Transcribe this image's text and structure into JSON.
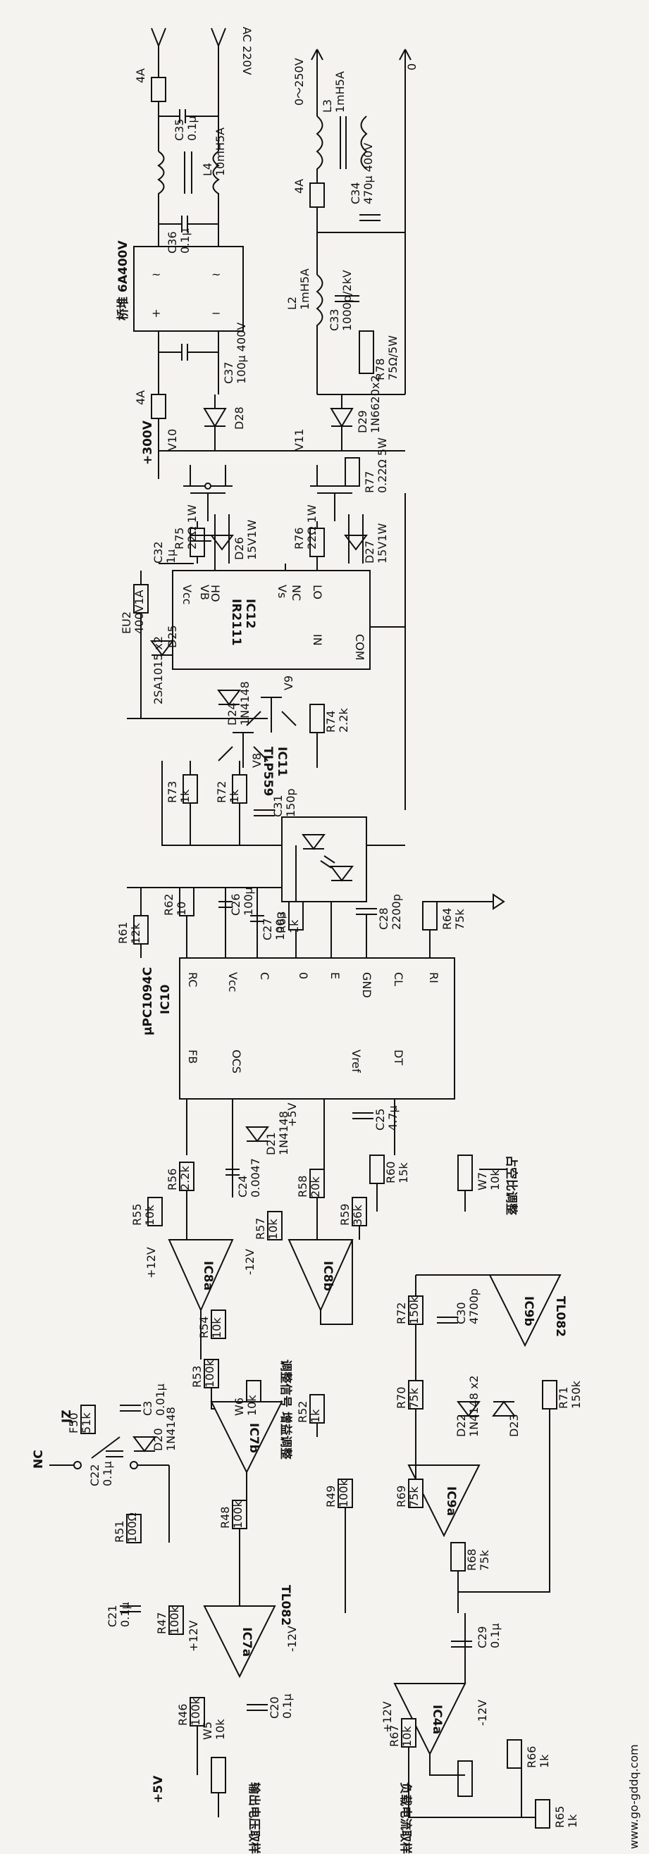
{
  "schematic": {
    "watermark": "www.go-gddq.com",
    "ac_input": {
      "label": "AC 220V"
    },
    "output": {
      "label_range": "0～250V",
      "label_zero": "0"
    },
    "fuses": [
      "4A",
      "4A",
      "4A"
    ],
    "rails": {
      "p300": "+300V",
      "p12": "+12V",
      "m12": "-12V",
      "p5": "+5V"
    },
    "bridge": {
      "label": "桥堆 6A400V"
    },
    "chips": {
      "ic12": {
        "name": "IC12",
        "part": "IR2111",
        "pins": [
          "Vcc",
          "VB",
          "HO",
          "Vs",
          "NC",
          "LO",
          "COM",
          "IN"
        ]
      },
      "ic11": {
        "name": "IC11",
        "part": "TLP559"
      },
      "ic10": {
        "name": "IC10",
        "part": "μPC1094C",
        "pins": [
          "RC",
          "Vcc",
          "C",
          "0",
          "E",
          "GND",
          "CL",
          "RI",
          "FB",
          "OCS",
          "Vref",
          "DT"
        ]
      },
      "ic8a": {
        "name": "IC8a"
      },
      "ic8b": {
        "name": "IC8b"
      },
      "ic7a": {
        "name": "IC7a",
        "part": "TL082"
      },
      "ic7b": {
        "name": "IC7b"
      },
      "ic9a": {
        "name": "IC9a"
      },
      "ic9b": {
        "name": "IC9b",
        "part": "TL082"
      },
      "ic4a": {
        "name": "IC4a"
      }
    },
    "transistors": {
      "v8": "V8",
      "v9": "V9",
      "v10": "V10",
      "v11": "V11",
      "pair": "2SA1015 x2"
    },
    "components": [
      {
        "ref": "C35",
        "value": "0.1μ"
      },
      {
        "ref": "L4",
        "value": "10mH5A"
      },
      {
        "ref": "C36",
        "value": "0.1μ"
      },
      {
        "ref": "C37",
        "value": "100μ 400V"
      },
      {
        "ref": "C34",
        "value": "470μ 400V"
      },
      {
        "ref": "L3",
        "value": "1mH5A"
      },
      {
        "ref": "L2",
        "value": "1mH5A"
      },
      {
        "ref": "C33",
        "value": "1000p/2kV"
      },
      {
        "ref": "R78",
        "value": "75Ω/5W"
      },
      {
        "ref": "D28",
        "value": ""
      },
      {
        "ref": "D29",
        "value": "1N6620x2"
      },
      {
        "ref": "R75",
        "value": "22Ω 1W"
      },
      {
        "ref": "D26",
        "value": "15V1W"
      },
      {
        "ref": "R76",
        "value": "22Ω 1W"
      },
      {
        "ref": "R77",
        "value": "0.22Ω 5W"
      },
      {
        "ref": "D27",
        "value": "15V1W"
      },
      {
        "ref": "C32",
        "value": "1μ"
      },
      {
        "ref": "EU2",
        "value": "400V1A"
      },
      {
        "ref": "D25",
        "value": ""
      },
      {
        "ref": "D24",
        "value": "1N4148"
      },
      {
        "ref": "R74",
        "value": "2.2k"
      },
      {
        "ref": "R73",
        "value": "1k"
      },
      {
        "ref": "R72",
        "value": "1k"
      },
      {
        "ref": "C31",
        "value": "150p"
      },
      {
        "ref": "R62",
        "value": "10"
      },
      {
        "ref": "C26",
        "value": "100μ"
      },
      {
        "ref": "C27",
        "value": "100μ"
      },
      {
        "ref": "R63",
        "value": "1k"
      },
      {
        "ref": "C28",
        "value": "2200p"
      },
      {
        "ref": "R64",
        "value": "75k"
      },
      {
        "ref": "R61",
        "value": "12k"
      },
      {
        "ref": "D21",
        "value": "1N4148"
      },
      {
        "ref": "C25",
        "value": "4.7μ"
      },
      {
        "ref": "R60",
        "value": "15k"
      },
      {
        "ref": "W7",
        "value": "10k"
      },
      {
        "ref": "R56",
        "value": "2.2k"
      },
      {
        "ref": "C24",
        "value": "0.0047"
      },
      {
        "ref": "R58",
        "value": "20k"
      },
      {
        "ref": "R59",
        "value": "36k"
      },
      {
        "ref": "R55",
        "value": "10k"
      },
      {
        "ref": "R57",
        "value": "10k"
      },
      {
        "ref": "R54",
        "value": "10k"
      },
      {
        "ref": "R53",
        "value": "100k"
      },
      {
        "ref": "R72b",
        "value": "150k"
      },
      {
        "ref": "C30",
        "value": "4700p"
      },
      {
        "ref": "W6",
        "value": "10k"
      },
      {
        "ref": "R52",
        "value": "1k"
      },
      {
        "ref": "D22",
        "value": "1N4148 x2"
      },
      {
        "ref": "D23",
        "value": ""
      },
      {
        "ref": "R70",
        "value": "75k"
      },
      {
        "ref": "R71",
        "value": "150k"
      },
      {
        "ref": "F50",
        "value": "51k"
      },
      {
        "ref": "C3",
        "value": "0.01μ"
      },
      {
        "ref": "C22",
        "value": "0.1μ"
      },
      {
        "ref": "D20",
        "value": "1N4148"
      },
      {
        "ref": "R49",
        "value": "100k"
      },
      {
        "ref": "R69",
        "value": "75k"
      },
      {
        "ref": "R51",
        "value": "100Ω"
      },
      {
        "ref": "R48",
        "value": "100k"
      },
      {
        "ref": "R68",
        "value": "75k"
      },
      {
        "ref": "C21",
        "value": "0.1μ"
      },
      {
        "ref": "R47",
        "value": "100k"
      },
      {
        "ref": "C29",
        "value": "0.1μ"
      },
      {
        "ref": "R46",
        "value": "100k"
      },
      {
        "ref": "C20",
        "value": "0.1μ"
      },
      {
        "ref": "R67",
        "value": "10k"
      },
      {
        "ref": "R66",
        "value": "1k"
      },
      {
        "ref": "R65",
        "value": "1k"
      },
      {
        "ref": "W5",
        "value": "10k"
      }
    ],
    "switch": {
      "ref": "JZ",
      "nc": "NC"
    },
    "labels": {
      "duty": "占空比调整",
      "gain": "调整信号 增益调整",
      "out_v": "输出电压取样",
      "out_i": "负载电流取样"
    }
  }
}
